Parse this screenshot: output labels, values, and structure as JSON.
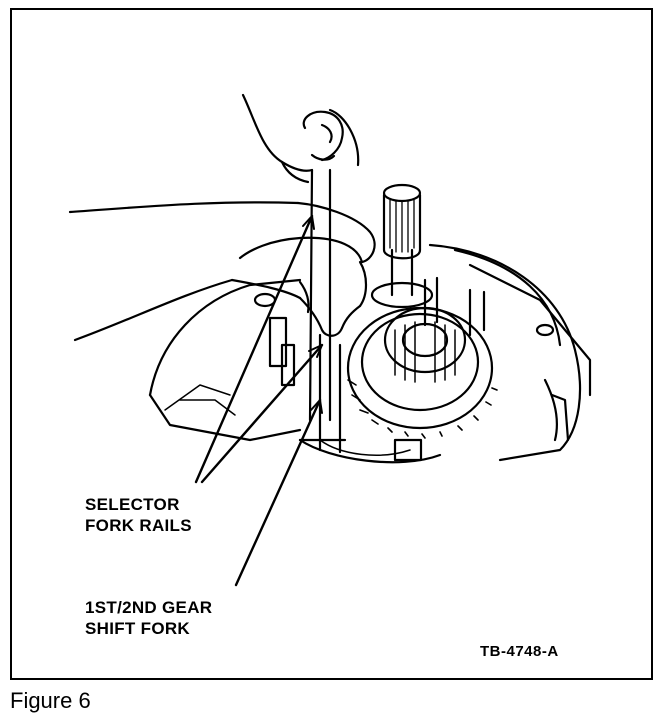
{
  "figure": {
    "caption": "Figure 6",
    "reference_code": "TB-4748-A",
    "callouts": [
      {
        "line1": "SELECTOR",
        "line2": "FORK RAILS"
      },
      {
        "line1": "1ST/2ND GEAR",
        "line2": "SHIFT FORK"
      }
    ]
  }
}
